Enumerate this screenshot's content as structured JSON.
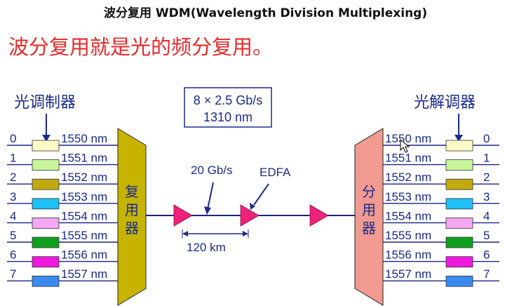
{
  "title": "波分复用 WDM(Wavelength Division Multiplexing)",
  "subtitle": "波分复用就是光的频分复用。",
  "left": {
    "heading": "光调制器",
    "channels": [
      "0",
      "1",
      "2",
      "3",
      "4",
      "5",
      "6",
      "7"
    ],
    "wavelengths": [
      "1550 nm",
      "1551 nm",
      "1552 nm",
      "1553 nm",
      "1554 nm",
      "1555 nm",
      "1556 nm",
      "1557 nm"
    ],
    "block_label": [
      "复",
      "用",
      "器"
    ]
  },
  "right": {
    "heading": "光解调器",
    "channels": [
      "0",
      "1",
      "2",
      "3",
      "4",
      "5",
      "6",
      "7"
    ],
    "wavelengths": [
      "1550 nm",
      "1551 nm",
      "1552 nm",
      "1553 nm",
      "1554 nm",
      "1555 nm",
      "1556 nm",
      "1557 nm"
    ],
    "block_label": [
      "分",
      "用",
      "器"
    ]
  },
  "info_box": {
    "line1": "8 × 2.5 Gb/s",
    "line2": "1310 nm"
  },
  "link": {
    "rate": "20 Gb/s",
    "amplifier": "EDFA",
    "distance": "120 km"
  },
  "colors": {
    "modulators": [
      "#fffbc8",
      "#c7f79a",
      "#c0aa10",
      "#1ec0f8",
      "#f4a8f4",
      "#10a020",
      "#f018e0",
      "#3a8af0"
    ],
    "mux": "#c6b400",
    "demux": "#f09a90",
    "amplifier": "#ee2279",
    "text_blue": "#1b2a8a",
    "subtitle_red": "#e52b2b",
    "line_navy": "#1a237e"
  }
}
